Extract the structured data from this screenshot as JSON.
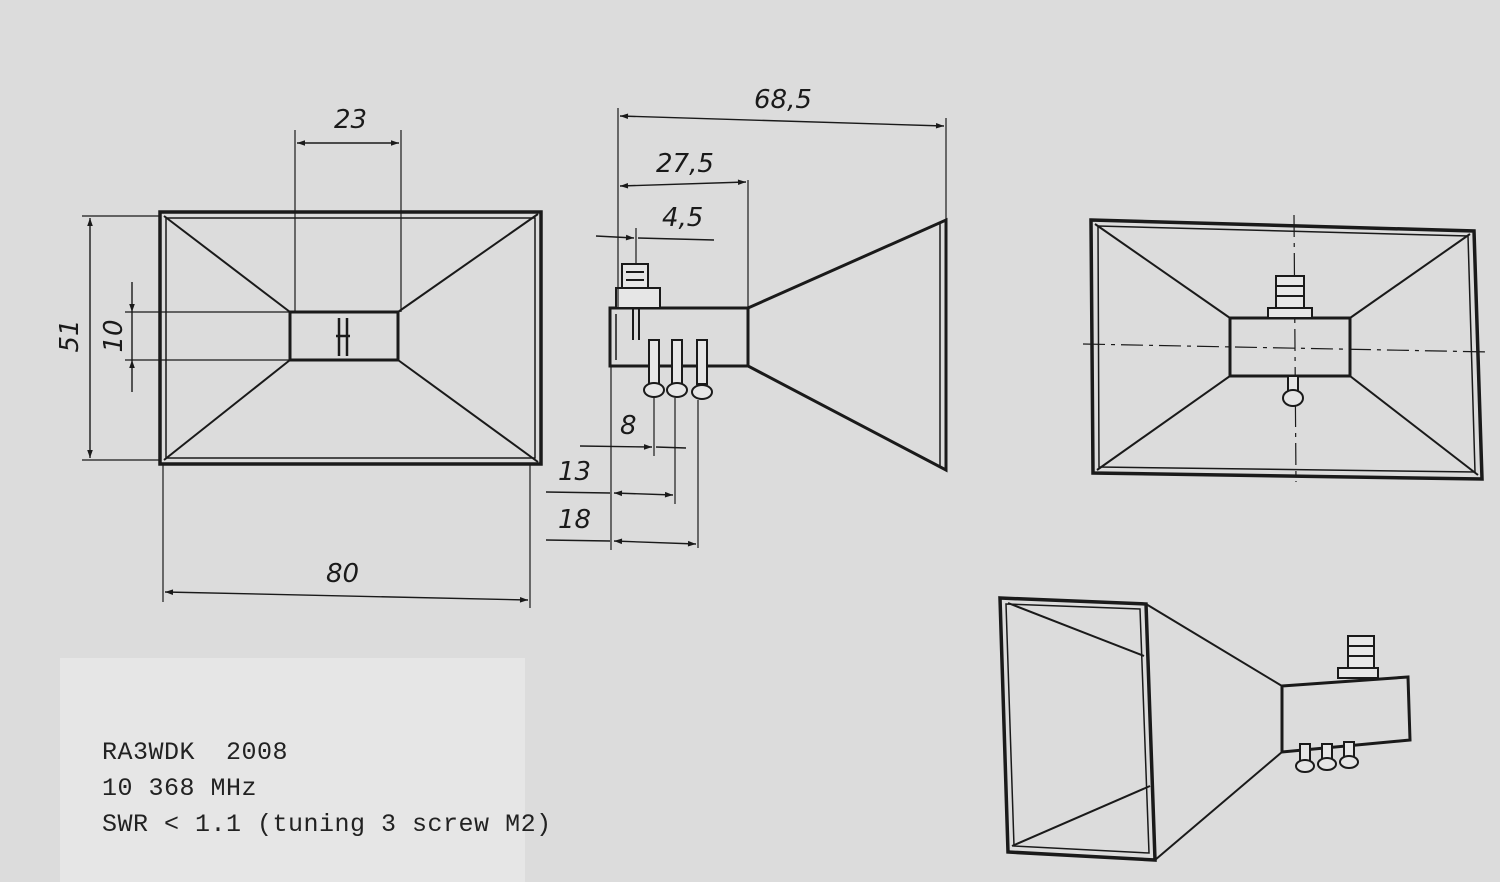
{
  "dimensions": {
    "width_80": "80",
    "height_51": "51",
    "slot_23": "23",
    "slot_10": "10",
    "length_68_5": "68,5",
    "length_27_5": "27,5",
    "offset_4_5": "4,5",
    "screw_8": "8",
    "screw_13": "13",
    "screw_18": "18"
  },
  "notes": {
    "author_year": "RA3WDK  2008",
    "frequency": "10 368 MHz",
    "swr": "SWR < 1.1 (tuning 3 screw M2)"
  },
  "colors": {
    "paper": "#dcdcdc",
    "ink": "#1a1a1a"
  }
}
